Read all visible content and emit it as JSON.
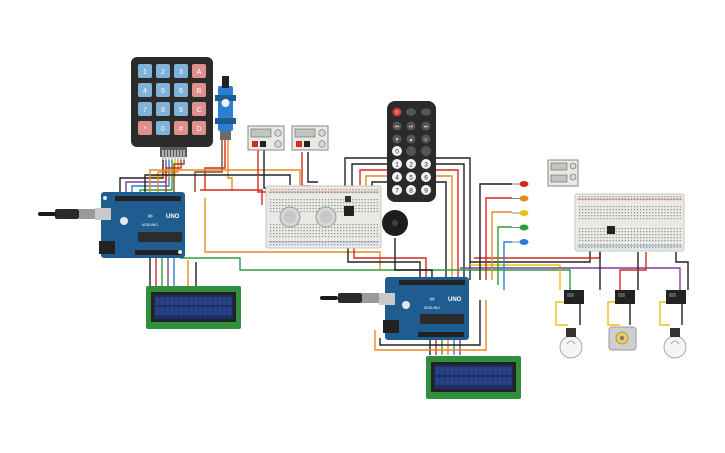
{
  "colors": {
    "arduino_board": "#1f5c8f",
    "arduino_dark": "#173f63",
    "breadboard": "#e9e9e6",
    "breadboard_dot": "#8a8a8a",
    "lcd_frame": "#2f8f3c",
    "lcd_screen": "#1b2f66",
    "keypad_body": "#2b2b2b",
    "keypad_num": "#7fb3d9",
    "keypad_letter": "#e08f8f",
    "remote_body": "#2a2a2a",
    "remote_power": "#d23b2f",
    "wire_black": "#222222",
    "wire_red": "#d42a1e",
    "wire_green": "#2e9e3c",
    "wire_orange": "#e58a1f",
    "wire_yellow": "#e7c21a",
    "wire_brown": "#7a4a24",
    "wire_purple": "#7a3fa3"
  },
  "keypad": {
    "keys": [
      "1",
      "2",
      "3",
      "A",
      "4",
      "5",
      "6",
      "B",
      "7",
      "8",
      "9",
      "C",
      "*",
      "0",
      "#",
      "D"
    ]
  },
  "arduino_left": {
    "label": "UNO",
    "brand": "ARDUINO"
  },
  "arduino_right": {
    "label": "UNO",
    "brand": "ARDUINO"
  },
  "remote": {
    "number_keys": [
      "0",
      "1",
      "2",
      "3",
      "4",
      "5",
      "6",
      "7",
      "8",
      "9"
    ]
  },
  "leds": [
    "#d42a1e",
    "#e58a1f",
    "#e7c21a",
    "#2e9e3c",
    "#2a7fd4"
  ]
}
